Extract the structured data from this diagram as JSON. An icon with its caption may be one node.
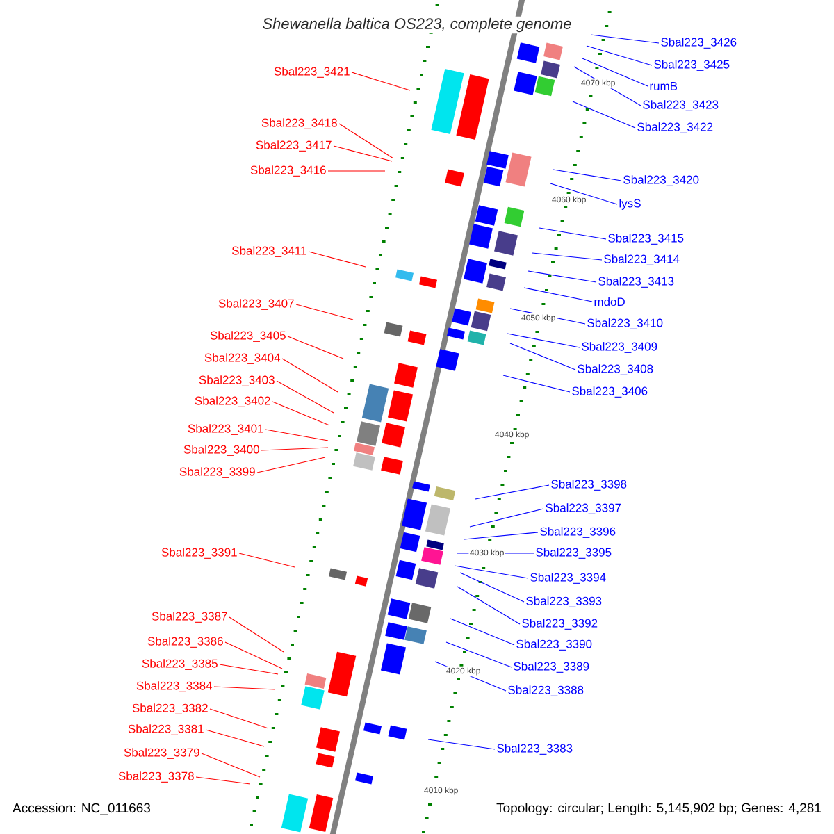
{
  "diagram": {
    "title": "*Shewanella baltica* OS223, complete genome",
    "nodes": [
      {
        "text": [
          "Sbal223_3421"
        ]
      },
      {
        "text": [
          "Sbal223_3418"
        ]
      },
      {
        "text": [
          "Sbal223_3417"
        ]
      },
      {
        "text": [
          "Sbal223_3416"
        ]
      },
      {
        "text": [
          "Sbal223_3411"
        ]
      },
      {
        "text": [
          "Sbal223_3407"
        ]
      },
      {
        "text": [
          "Sbal223_3405"
        ]
      },
      {
        "text": [
          "Sbal223_3404"
        ]
      },
      {
        "text": [
          "Sbal223_3403"
        ]
      },
      {
        "text": [
          "Sbal223_3402"
        ]
      },
      {
        "text": [
          "Sbal223_3401"
        ]
      },
      {
        "text": [
          "Sbal223_3400"
        ]
      },
      {
        "text": [
          "Sbal223_3399"
        ]
      },
      {
        "text": [
          "Sbal223_3391"
        ]
      },
      {
        "text": [
          "Sbal223_3387"
        ]
      },
      {
        "text": [
          "Sbal223_3386"
        ]
      },
      {
        "text": [
          "Sbal223_3385"
        ]
      },
      {
        "text": [
          "Sbal223_3384"
        ]
      },
      {
        "text": [
          "Sbal223_3382"
        ]
      },
      {
        "text": [
          "Sbal223_3381"
        ]
      },
      {
        "text": [
          "Sbal223_3379"
        ]
      },
      {
        "text": [
          "Sbal223_3378"
        ]
      },
      {
        "text": [
          "Sbal223_3426"
        ]
      },
      {
        "text": [
          "Sbal223_3425"
        ]
      },
      {
        "text": [
          "rumB"
        ]
      },
      {
        "text": [
          "Sbal223_3423"
        ]
      },
      {
        "text": [
          "Sbal223_3422"
        ]
      },
      {
        "text": [
          "Sbal223_3420"
        ]
      },
      {
        "text": [
          "lysS"
        ]
      },
      {
        "text": [
          "Sbal223_3415"
        ]
      },
      {
        "text": [
          "Sbal223_3414"
        ]
      },
      {
        "text": [
          "Sbal223_3413"
        ]
      },
      {
        "text": [
          "mdoD"
        ]
      },
      {
        "text": [
          "Sbal223_3410"
        ]
      },
      {
        "text": [
          "Sbal223_3409"
        ]
      },
      {
        "text": [
          "Sbal223_3408"
        ]
      },
      {
        "text": [
          "Sbal223_3406"
        ]
      },
      {
        "text": [
          "Sbal223_3398"
        ]
      },
      {
        "text": [
          "Sbal223_3397"
        ]
      },
      {
        "text": [
          "Sbal223_3396"
        ]
      },
      {
        "text": [
          "Sbal223_3395"
        ]
      },
      {
        "text": [
          "Sbal223_3394"
        ]
      },
      {
        "text": [
          "Sbal223_3393"
        ]
      },
      {
        "text": [
          "Sbal223_3392"
        ]
      },
      {
        "text": [
          "Sbal223_3390"
        ]
      },
      {
        "text": [
          "Sbal223_3389"
        ]
      },
      {
        "text": [
          "Sbal223_3388"
        ]
      },
      {
        "text": [
          "Sbal223_3383"
        ]
      }
    ],
    "edges": [
      {
        "from": 0,
        "to": null,
        "arrow": "none",
        "color": "#ff0000"
      },
      {
        "from": 1,
        "to": null,
        "arrow": "none",
        "color": "#ff0000"
      },
      {
        "from": 2,
        "to": null,
        "arrow": "none",
        "color": "#ff0000"
      },
      {
        "from": 3,
        "to": null,
        "arrow": "none",
        "color": "#ff0000"
      },
      {
        "from": 4,
        "to": null,
        "arrow": "none",
        "color": "#ff0000"
      },
      {
        "from": 5,
        "to": null,
        "arrow": "none",
        "color": "#ff0000"
      },
      {
        "from": 6,
        "to": null,
        "arrow": "none",
        "color": "#ff0000"
      },
      {
        "from": 7,
        "to": null,
        "arrow": "none",
        "color": "#ff0000"
      },
      {
        "from": 8,
        "to": null,
        "arrow": "none",
        "color": "#ff0000"
      },
      {
        "from": 9,
        "to": null,
        "arrow": "none",
        "color": "#ff0000"
      },
      {
        "from": 10,
        "to": null,
        "arrow": "none",
        "color": "#ff0000"
      },
      {
        "from": 11,
        "to": null,
        "arrow": "none",
        "color": "#ff0000"
      },
      {
        "from": 12,
        "to": null,
        "arrow": "none",
        "color": "#ff0000"
      },
      {
        "from": 13,
        "to": null,
        "arrow": "none",
        "color": "#ff0000"
      },
      {
        "from": 14,
        "to": null,
        "arrow": "none",
        "color": "#ff0000"
      },
      {
        "from": 15,
        "to": null,
        "arrow": "none",
        "color": "#ff0000"
      },
      {
        "from": 16,
        "to": null,
        "arrow": "none",
        "color": "#ff0000"
      },
      {
        "from": 17,
        "to": null,
        "arrow": "none",
        "color": "#ff0000"
      },
      {
        "from": 18,
        "to": null,
        "arrow": "none",
        "color": "#ff0000"
      },
      {
        "from": 19,
        "to": null,
        "arrow": "none",
        "color": "#ff0000"
      },
      {
        "from": 20,
        "to": null,
        "arrow": "none",
        "color": "#ff0000"
      },
      {
        "from": 21,
        "to": null,
        "arrow": "none",
        "color": "#ff0000"
      },
      {
        "from": 22,
        "to": null,
        "arrow": "none",
        "color": "#0000ff"
      },
      {
        "from": 23,
        "to": null,
        "arrow": "none",
        "color": "#0000ff"
      },
      {
        "from": 24,
        "to": null,
        "arrow": "none",
        "color": "#0000ff"
      },
      {
        "from": 25,
        "to": null,
        "arrow": "none",
        "color": "#0000ff"
      },
      {
        "from": 26,
        "to": null,
        "arrow": "none",
        "color": "#0000ff"
      },
      {
        "from": 27,
        "to": null,
        "arrow": "none",
        "color": "#0000ff"
      },
      {
        "from": 28,
        "to": null,
        "arrow": "none",
        "color": "#0000ff"
      },
      {
        "from": 29,
        "to": null,
        "arrow": "none",
        "color": "#0000ff"
      },
      {
        "from": 30,
        "to": null,
        "arrow": "none",
        "color": "#0000ff"
      },
      {
        "from": 31,
        "to": null,
        "arrow": "none",
        "color": "#0000ff"
      },
      {
        "from": 32,
        "to": null,
        "arrow": "none",
        "color": "#0000ff"
      },
      {
        "from": 33,
        "to": null,
        "arrow": "none",
        "color": "#0000ff"
      },
      {
        "from": 34,
        "to": null,
        "arrow": "none",
        "color": "#0000ff"
      },
      {
        "from": 35,
        "to": null,
        "arrow": "none",
        "color": "#0000ff"
      },
      {
        "from": 36,
        "to": null,
        "arrow": "none",
        "color": "#0000ff"
      },
      {
        "from": 37,
        "to": null,
        "arrow": "none",
        "color": "#0000ff"
      },
      {
        "from": 38,
        "to": null,
        "arrow": "none",
        "color": "#0000ff"
      },
      {
        "from": 39,
        "to": null,
        "arrow": "none",
        "color": "#0000ff"
      },
      {
        "from": 40,
        "to": null,
        "arrow": "none",
        "color": "#0000ff"
      },
      {
        "from": 41,
        "to": null,
        "arrow": "none",
        "color": "#0000ff"
      },
      {
        "from": 42,
        "to": null,
        "arrow": "none",
        "color": "#0000ff"
      },
      {
        "from": 43,
        "to": null,
        "arrow": "none",
        "color": "#0000ff"
      },
      {
        "from": 44,
        "to": null,
        "arrow": "none",
        "color": "#0000ff"
      },
      {
        "from": 45,
        "to": null,
        "arrow": "none",
        "color": "#0000ff"
      },
      {
        "from": 46,
        "to": null,
        "arrow": "none",
        "color": "#0000ff"
      },
      {
        "from": 47,
        "to": null,
        "arrow": "none",
        "color": "#0000ff"
      }
    ],
    "labels": [
      "4070 kbp",
      "4060 kbp",
      "4050 kbp",
      "4040 kbp",
      "4030 kbp",
      "4020 kbp",
      "4010 kbp",
      "Accession: NC_011663",
      "Topology: circular; Length: 5,145,902 bp; Genes: 4,281"
    ]
  }
}
